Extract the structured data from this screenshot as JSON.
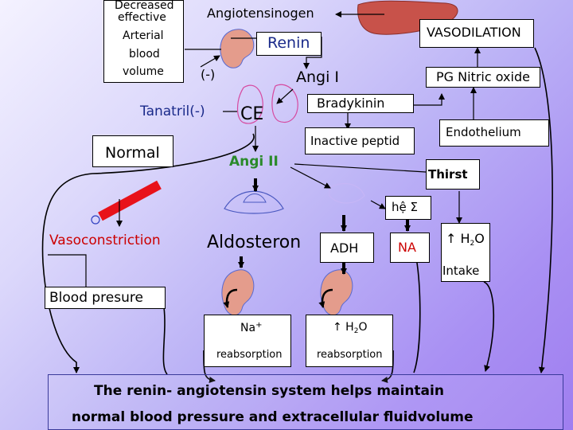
{
  "blood_volume_box": {
    "line1": "Decreased",
    "line2": "effective",
    "line3": "Arterial",
    "line4": "blood",
    "line5": "volume"
  },
  "angiotensinogen": "Angiotensinogen",
  "vasodilation": "VASODILATION",
  "renin": "Renin",
  "inhibit_mark": "(-)",
  "angi_1": "Angi I",
  "pg_nitric_oxide": "PG Nitric oxide",
  "bradykinin": "Bradykinin",
  "tanatril": "Tanatril(-)",
  "ce": "CE",
  "normal": "Normal",
  "inactive_peptid": "Inactive peptid",
  "endothelium": "Endothelium",
  "angi_2": "Angi II",
  "thirst": "Thirst",
  "he_sigma": "hệ Σ",
  "vasoconstriction": "Vasoconstriction",
  "aldosteron": "Aldosteron",
  "adh": "ADH",
  "na": "NA",
  "h2o_up": {
    "arrow": "↑ H",
    "sub": "2",
    "tail": "O"
  },
  "intake": "Intake",
  "blood_pressure": "Blood presure",
  "na_reabsorption": {
    "text": "Na",
    "sup": "+",
    "line2": "reabsorption"
  },
  "h2o_reabsorption": {
    "arrow": "↑ H",
    "sub": "2",
    "tail": "O",
    "line2": "reabsorption"
  },
  "summary": {
    "line1": "The renin- angiotensin system helps maintain",
    "line2": "normal blood pressure and extracellular fluidvolume"
  },
  "colors": {
    "organ_fill": "#e49c8c",
    "organ_stroke": "#5a6ad0",
    "liver": "#c8524a",
    "vessel": "#e8121a",
    "red_text": "#cc0000",
    "green_text": "#2a8a2a",
    "navy_text": "#1a2a8a"
  }
}
